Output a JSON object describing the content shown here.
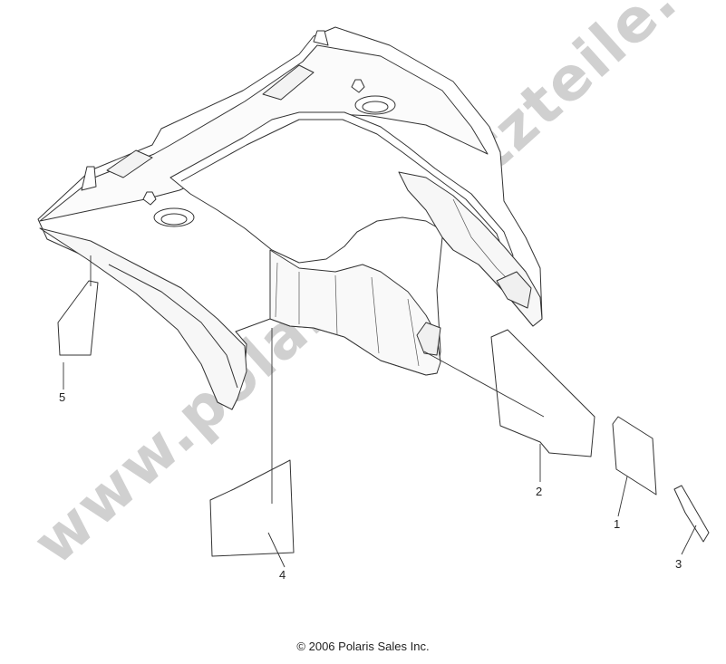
{
  "watermark": "www.polarisersatzteile.de",
  "callouts": {
    "c1": "1",
    "c2": "2",
    "c3": "3",
    "c4": "4",
    "c5": "5"
  },
  "copyright": "© 2006 Polaris Sales Inc."
}
